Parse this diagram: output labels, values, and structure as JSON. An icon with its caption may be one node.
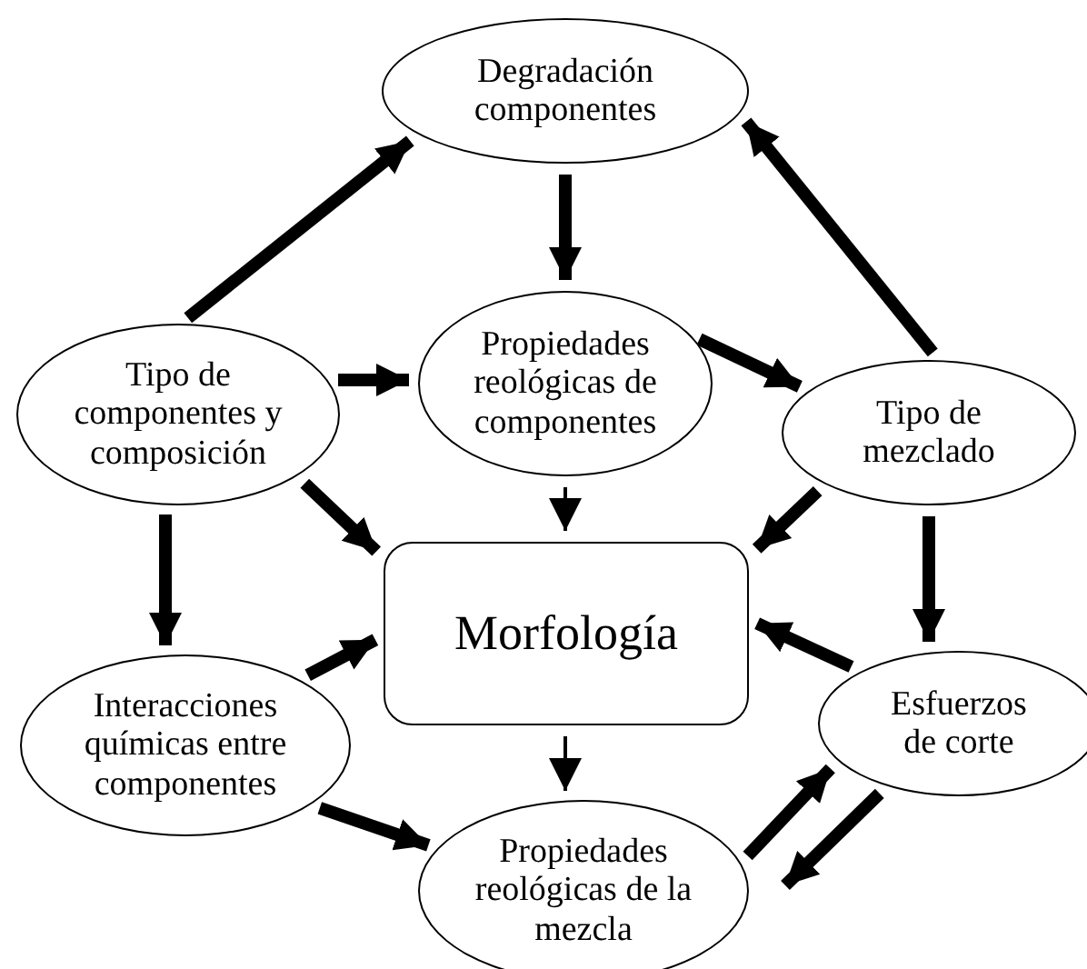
{
  "diagram": {
    "nodes": [
      {
        "text": [
          "Degradación componentes"
        ]
      },
      {
        "text": [
          "Tipo de componentes y composición"
        ]
      },
      {
        "text": [
          "Propiedades reológicas de componentes"
        ]
      },
      {
        "text": [
          "Tipo de mezclado"
        ]
      },
      {
        "text": [
          "Morfología"
        ]
      },
      {
        "text": [
          "Interacciones químicas entre componentes"
        ]
      },
      {
        "text": [
          "Esfuerzos de corte"
        ]
      },
      {
        "text": [
          "Propiedades reológicas de la mezcla"
        ]
      }
    ],
    "edges": [
      {
        "from": 1,
        "to": 0,
        "arrow": "to"
      },
      {
        "from": 0,
        "to": 2,
        "arrow": "to"
      },
      {
        "from": 1,
        "to": 2,
        "arrow": "to"
      },
      {
        "from": 2,
        "to": 3,
        "arrow": "to"
      },
      {
        "from": 3,
        "to": 0,
        "arrow": "to"
      },
      {
        "from": 1,
        "to": 4,
        "arrow": "to"
      },
      {
        "from": 2,
        "to": 4,
        "arrow": "to"
      },
      {
        "from": 3,
        "to": 4,
        "arrow": "to"
      },
      {
        "from": 1,
        "to": 5,
        "arrow": "to"
      },
      {
        "from": 3,
        "to": 6,
        "arrow": "to"
      },
      {
        "from": 5,
        "to": 4,
        "arrow": "to"
      },
      {
        "from": 6,
        "to": 4,
        "arrow": "to"
      },
      {
        "from": 4,
        "to": 7,
        "arrow": "to"
      },
      {
        "from": 5,
        "to": 7,
        "arrow": "to"
      },
      {
        "from": 7,
        "to": 6,
        "arrow": "to"
      },
      {
        "from": 6,
        "to": 7,
        "arrow": "to"
      }
    ]
  }
}
